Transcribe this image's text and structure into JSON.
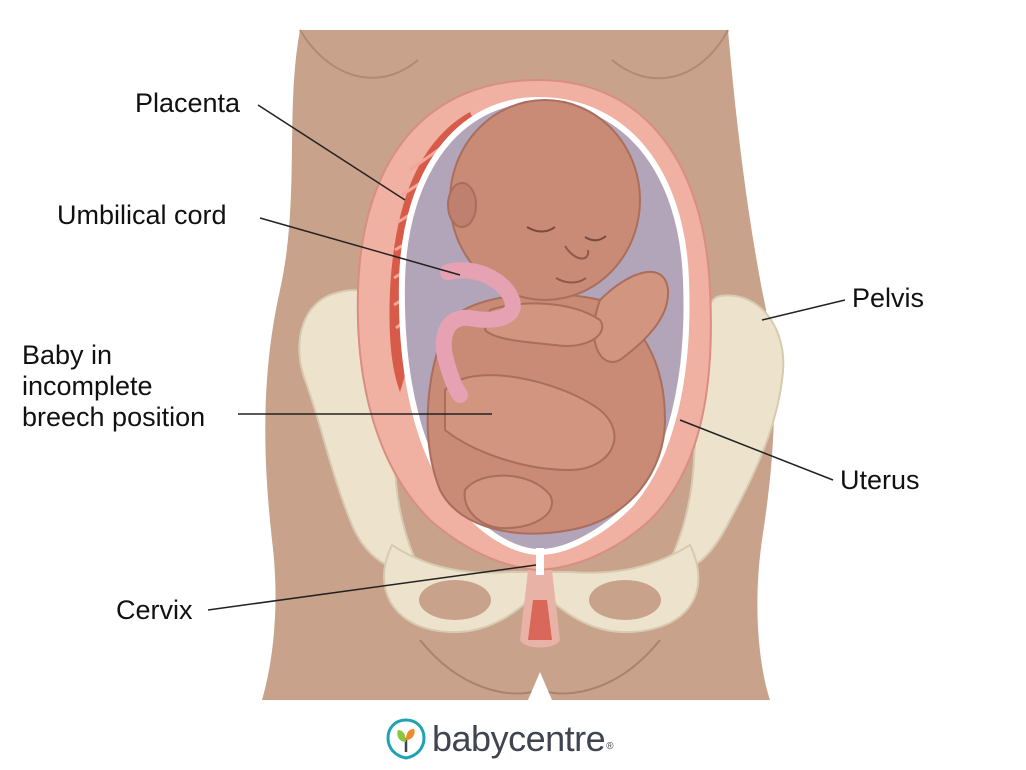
{
  "labels": {
    "placenta": "Placenta",
    "umbilical_cord": "Umbilical cord",
    "baby_position": [
      "Baby in",
      "incomplete",
      "breech position"
    ],
    "pelvis": "Pelvis",
    "uterus": "Uterus",
    "cervix": "Cervix"
  },
  "brand": {
    "name": "babycentre",
    "registered_mark": "®"
  },
  "colors": {
    "skin": "#c8a28a",
    "uterus_wall": "#f0b0a2",
    "placenta": "#d85a48",
    "amniotic": "#b3a5b9",
    "baby": "#c98a76",
    "bone": "#ede3cc",
    "leader_line": "#222222",
    "brand_teal": "#1fa3b0",
    "brand_green": "#8cc63f"
  }
}
